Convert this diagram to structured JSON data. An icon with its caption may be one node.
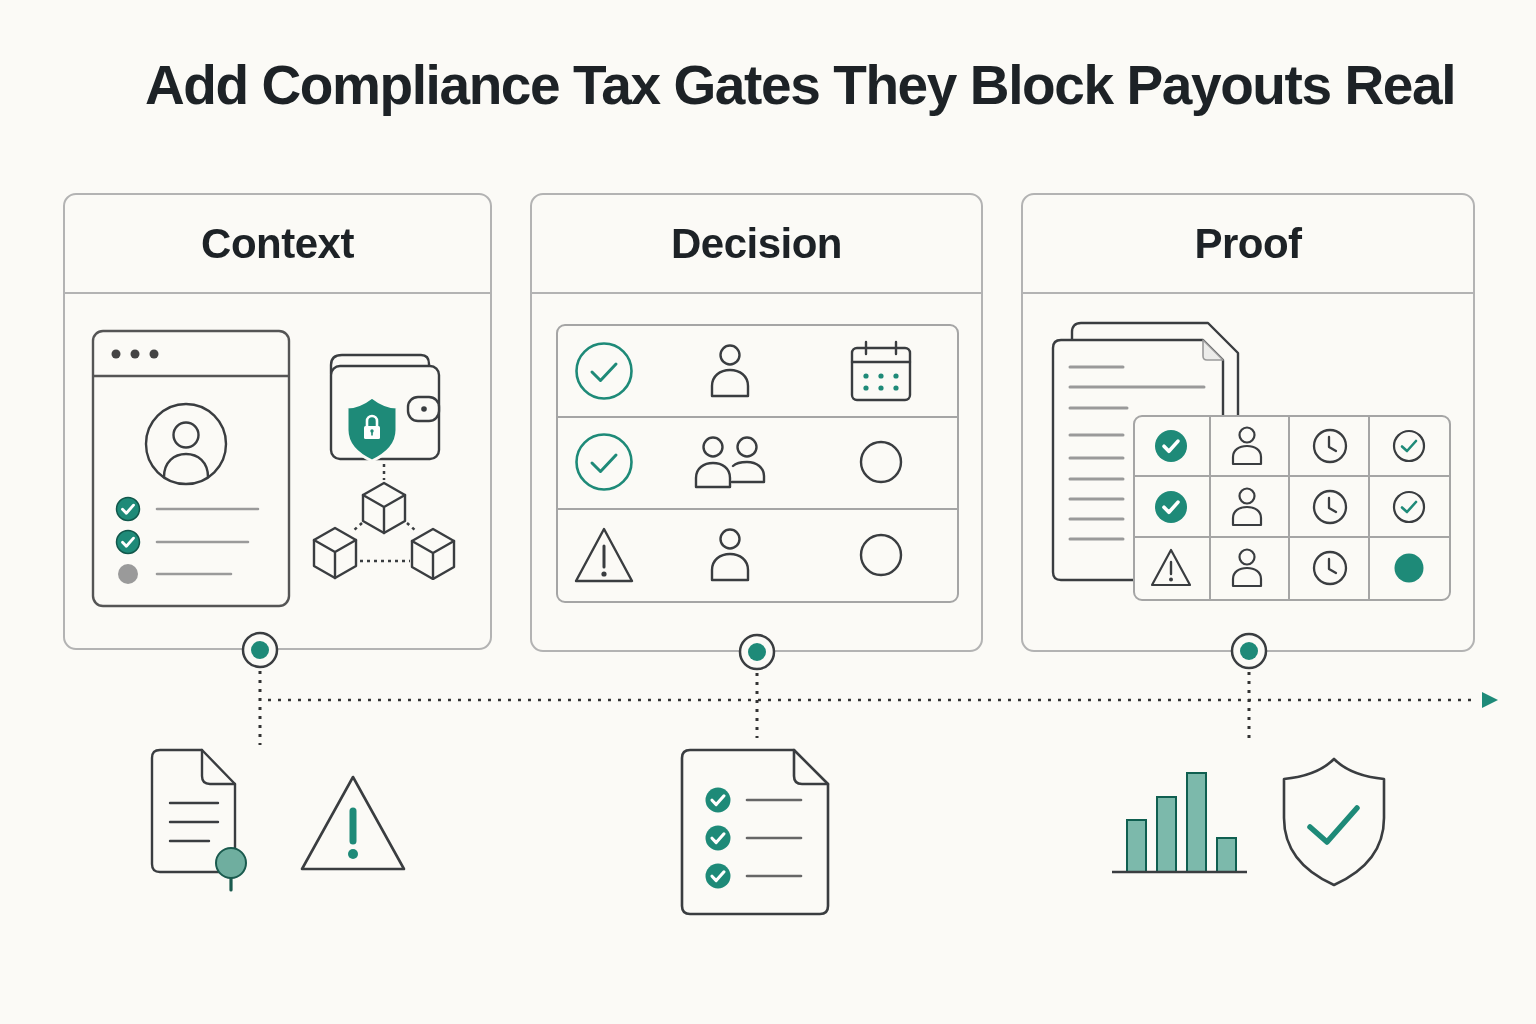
{
  "diagram": {
    "title": "Add Compliance Tax Gates They Block Payouts Real",
    "nodes": [
      {
        "text": [
          "Context"
        ]
      },
      {
        "text": [
          "Decision"
        ]
      },
      {
        "text": [
          "Proof"
        ]
      }
    ]
  }
}
